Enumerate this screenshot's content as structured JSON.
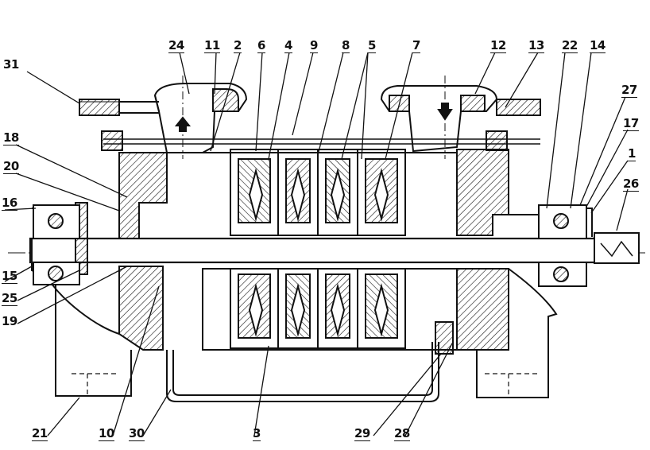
{
  "title": "",
  "labels": {
    "l31": "31",
    "l24": "24",
    "l11": "11",
    "l2": "2",
    "l6": "6",
    "l4": "4",
    "l9": "9",
    "l8": "8",
    "l5": "5",
    "l7": "7",
    "l12": "12",
    "l13": "13",
    "l22": "22",
    "l14": "14",
    "l27": "27",
    "l17": "17",
    "l1": "1",
    "l26": "26",
    "l18": "18",
    "l20": "20",
    "l16": "16",
    "l15": "15",
    "l25": "25",
    "l19": "19",
    "l21": "21",
    "l10": "10",
    "l30": "30",
    "l3": "3",
    "l29": "29",
    "l28": "28"
  },
  "colors": {
    "ink": "#111111",
    "paper": "#ffffff"
  }
}
